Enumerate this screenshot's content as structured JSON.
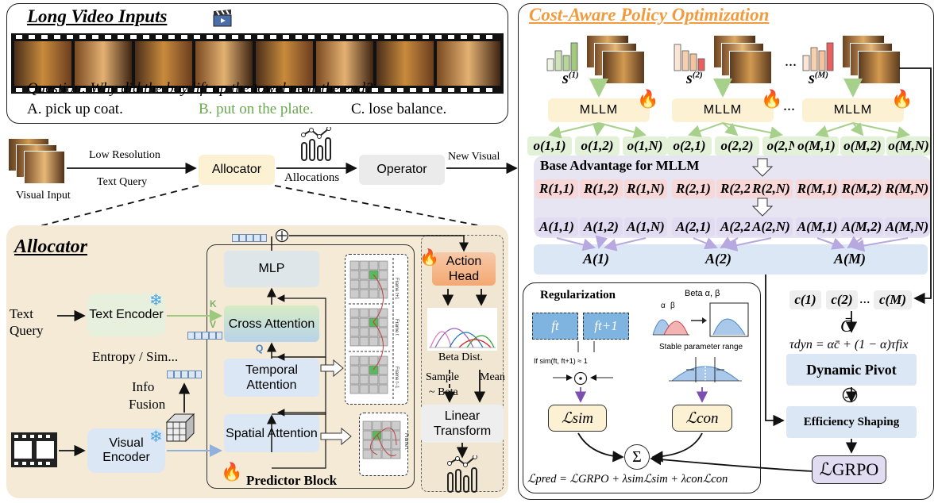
{
  "long_video": {
    "title": "Long Video Inputs",
    "question": "Question: Why did the boy lift up the towel near the end?",
    "option_a": "A. pick up coat.",
    "option_b": "B. put on the plate.",
    "option_c": "C. lose balance."
  },
  "pipeline": {
    "visual_input": "Visual Input",
    "low_resolution": "Low Resolution",
    "text_query": "Text Query",
    "allocator": "Allocator",
    "allocations": "Allocations",
    "operator": "Operator",
    "new_visual": "New Visual"
  },
  "allocator_panel": {
    "title": "Allocator",
    "text_query": "Text Query",
    "text_encoder": "Text Encoder",
    "entropy_sim": "Entropy / Sim...",
    "info_fusion_line1": "Info",
    "info_fusion_line2": "Fusion",
    "visual_encoder": "Visual Encoder",
    "k": "K",
    "v": "V",
    "q": "Q",
    "mlp": "MLP",
    "cross_attention": "Cross Attention",
    "temporal_attention": "Temporal Attention",
    "spatial_attention": "Spatial Attention",
    "predictor_block": "Predictor Block",
    "action_head": "Action Head",
    "beta_dist": "Beta Dist.",
    "sample": "Sample",
    "sample_beta": "~ Beta",
    "mean": "Mean",
    "linear_transform": "Linear Transform",
    "frame_t1": "Frame t+1",
    "frame_t": "Frame t",
    "frame_tm1": "Frame t−1",
    "frame_t_b": "Frame t"
  },
  "policy": {
    "title": "Cost-Aware Policy Optimization",
    "s1": "s",
    "s1_sup": "(1)",
    "s2": "s",
    "s2_sup": "(2)",
    "sm": "s",
    "sm_sup": "(M)",
    "dots": "...",
    "mllm": "MLLM",
    "o_row": [
      "o(1,1)",
      "o(1,2)",
      "o(1,N)",
      "o(2,1)",
      "o(2,2)",
      "o(2,N)",
      "o(M,1)",
      "o(M,2)",
      "o(M,N)"
    ],
    "base_advantage": "Base Advantage for MLLM",
    "r_row": [
      "R(1,1)",
      "R(1,2)",
      "R(1,N)",
      "R(2,1)",
      "R(2,2)",
      "R(2,N)",
      "R(M,1)",
      "R(M,2)",
      "R(M,N)"
    ],
    "a_row": [
      "A(1,1)",
      "A(1,2)",
      "A(1,N)",
      "A(2,1)",
      "A(2,2)",
      "A(2,N)",
      "A(M,1)",
      "A(M,2)",
      "A(M,N)"
    ],
    "a_agg": [
      "A(1)",
      "A(2)",
      "A(M)"
    ],
    "c_row": [
      "c(1)",
      "c(2)",
      "c(M)"
    ],
    "c_bar": "C̄",
    "tau": "τdyn = αc̄ + (1 − α)τfix",
    "dynamic_pivot": "Dynamic Pivot",
    "efficiency_shaping": "Efficiency Shaping",
    "l_grpo": "ℒGRPO"
  },
  "regularization": {
    "title": "Regularization",
    "ft": "ft",
    "ft1": "ft+1",
    "if_sim": "If sim(ft, ft+1) ≈ 1",
    "beta_label": "Beta α, β",
    "alpha": "α",
    "beta": "β",
    "stable_range": "Stable parameter range",
    "l_sim": "ℒsim",
    "l_con": "ℒcon",
    "sigma": "Σ",
    "l_pred": "ℒpred = ℒGRPO + λsimℒsim + λconℒcon"
  },
  "colors": {
    "allocator_bg": "#f4ead6",
    "mllm_bg": "#fdf1d4",
    "o_green": "#e3f1d8",
    "r_red": "#f7d7d7",
    "a_purple": "#e2dcf2",
    "advantage_panel": "#e8e5f3",
    "blue_band": "#dbe7f4",
    "accent_orange": "#f29b3c",
    "option_green": "#6aa84f"
  }
}
